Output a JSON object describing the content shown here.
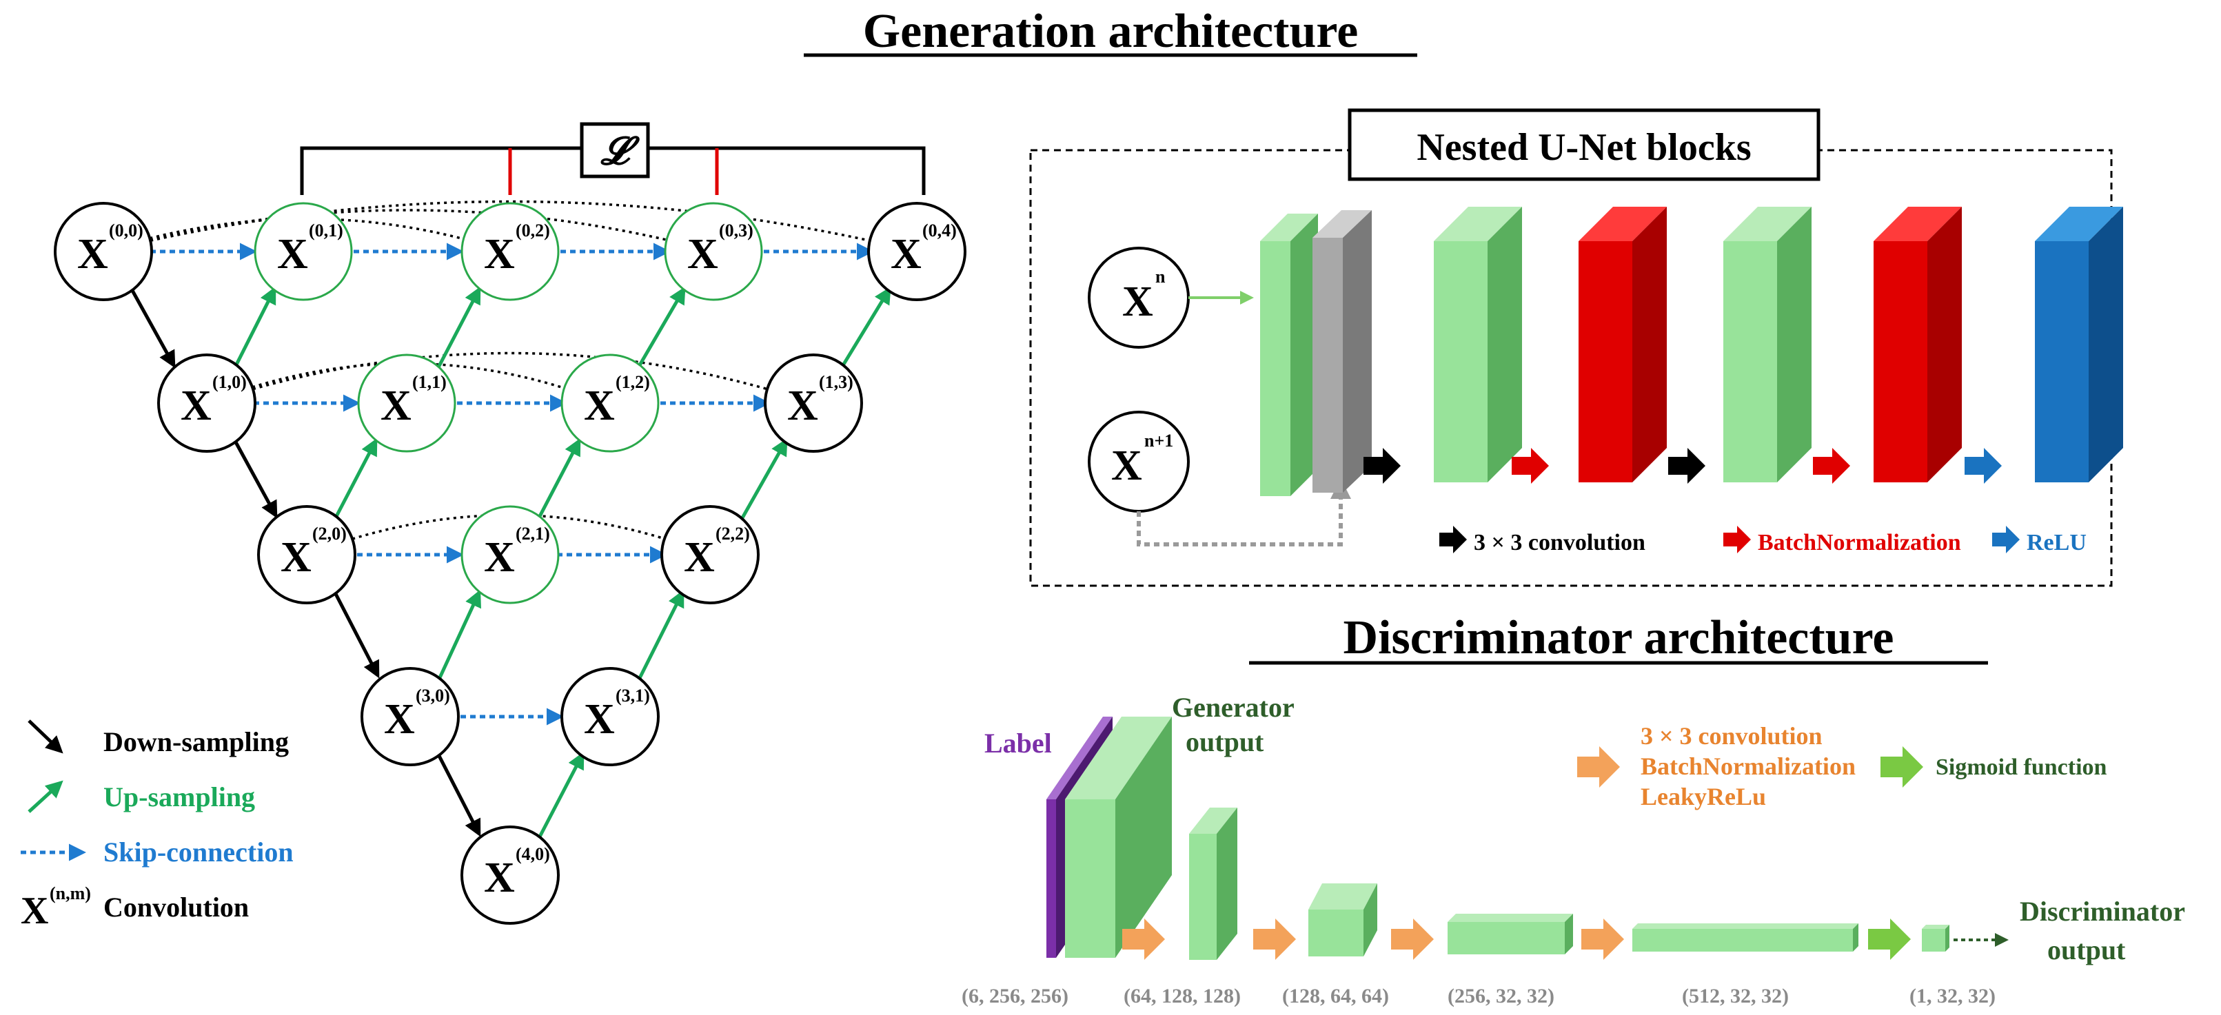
{
  "colors": {
    "black": "#000000",
    "green_arrow": "#1aa95a",
    "green_node": "#2aa84a",
    "skip_blue": "#1f7bd0",
    "relu_blue": "#1a73c0",
    "red": "#e00000",
    "light_green": "#98e39a",
    "mid_green": "#6fbf73",
    "gray": "#9a9a9a",
    "purple": "#7b2fa8",
    "orange": "#f3a25a",
    "lime": "#7ac943",
    "dark_green_text": "#2e5e2a",
    "orange_text": "#e8842f",
    "shape_gray_text": "#8a8a8a"
  },
  "titles": {
    "generation": "Generation architecture",
    "nested": "Nested U-Net blocks",
    "discriminator": "Discriminator architecture"
  },
  "loss_symbol": "𝓛",
  "nodes": [
    {
      "id": "n00",
      "label": "X",
      "sup": "(0,0)",
      "style": "black"
    },
    {
      "id": "n01",
      "label": "X",
      "sup": "(0,1)",
      "style": "green"
    },
    {
      "id": "n02",
      "label": "X",
      "sup": "(0,2)",
      "style": "green"
    },
    {
      "id": "n03",
      "label": "X",
      "sup": "(0,3)",
      "style": "green"
    },
    {
      "id": "n04",
      "label": "X",
      "sup": "(0,4)",
      "style": "black"
    },
    {
      "id": "n10",
      "label": "X",
      "sup": "(1,0)",
      "style": "black"
    },
    {
      "id": "n11",
      "label": "X",
      "sup": "(1,1)",
      "style": "green"
    },
    {
      "id": "n12",
      "label": "X",
      "sup": "(1,2)",
      "style": "green"
    },
    {
      "id": "n13",
      "label": "X",
      "sup": "(1,3)",
      "style": "black"
    },
    {
      "id": "n20",
      "label": "X",
      "sup": "(2,0)",
      "style": "black"
    },
    {
      "id": "n21",
      "label": "X",
      "sup": "(2,1)",
      "style": "green"
    },
    {
      "id": "n22",
      "label": "X",
      "sup": "(2,2)",
      "style": "black"
    },
    {
      "id": "n30",
      "label": "X",
      "sup": "(3,0)",
      "style": "black"
    },
    {
      "id": "n31",
      "label": "X",
      "sup": "(3,1)",
      "style": "black"
    },
    {
      "id": "n40",
      "label": "X",
      "sup": "(4,0)",
      "style": "black"
    }
  ],
  "legend": [
    {
      "kind": "down",
      "text": "Down-sampling"
    },
    {
      "kind": "up",
      "text": "Up-sampling"
    },
    {
      "kind": "skip",
      "text": "Skip-connection"
    },
    {
      "kind": "conv",
      "text": "Convolution",
      "symbol": "X",
      "sup": "(n,m)"
    }
  ],
  "nested_block": {
    "input_a": {
      "label": "X",
      "sup": "n"
    },
    "input_b": {
      "label": "X",
      "sup": "n+1"
    },
    "legend": [
      {
        "kind": "conv",
        "text": "3 × 3 convolution"
      },
      {
        "kind": "bn",
        "text": "BatchNormalization"
      },
      {
        "kind": "relu",
        "text": "ReLU"
      }
    ]
  },
  "discriminator": {
    "label_text": "Label",
    "generator_text": [
      "Generator",
      "output"
    ],
    "output_text": [
      "Discriminator",
      "output"
    ],
    "legend_orange": [
      "3 × 3 convolution",
      "BatchNormalization",
      "LeakyReLu"
    ],
    "legend_lime": "Sigmoid function",
    "shapes": [
      "(6, 256, 256)",
      "(64, 128, 128)",
      "(128, 64, 64)",
      "(256, 32, 32)",
      "(512, 32, 32)",
      "(1, 32, 32)"
    ]
  }
}
